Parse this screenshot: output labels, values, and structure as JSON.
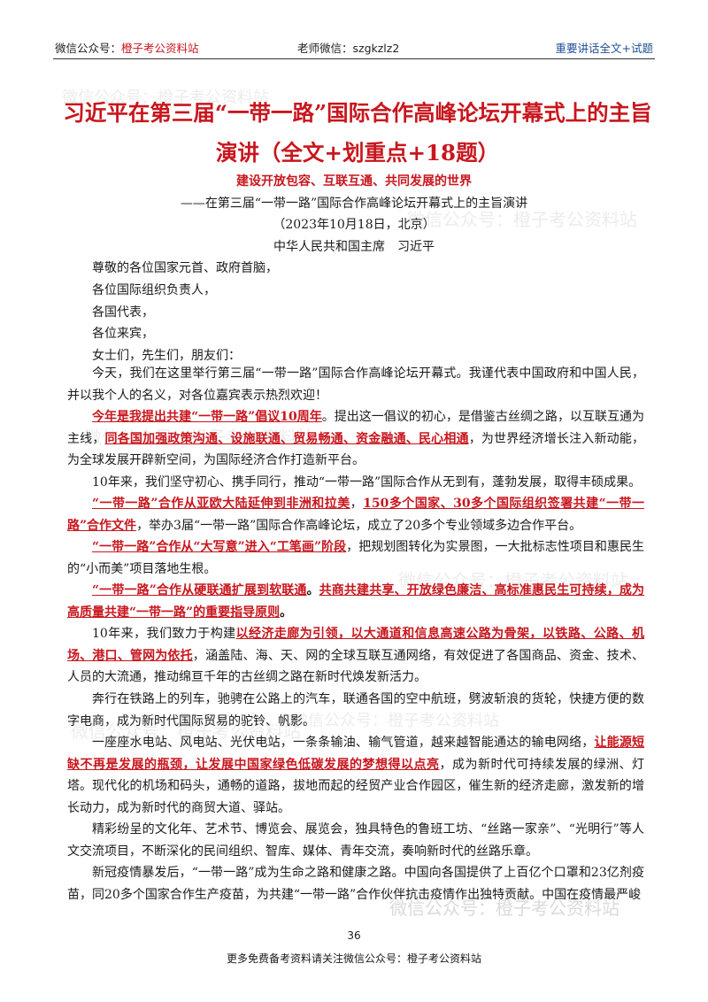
{
  "header": {
    "left_prefix": "微信公众号：",
    "left_name": "橙子考公资料站",
    "center": "老师微信：szgkzlz2",
    "right": "重要讲话全文+试题"
  },
  "title": "习近平在第三届“一带一路”国际合作高峰论坛开幕式上的主旨演讲（全文+划重点+18题）",
  "speech_title": "建设开放包容、互联互通、共同发展的世界",
  "speech_subtitle": "——在第三届“一带一路”国际合作高峰论坛开幕式上的主旨演讲",
  "speech_date": "（2023年10月18日，北京）",
  "speaker": "中华人民共和国主席　习近平",
  "greetings": [
    "尊敬的各位国家元首、政府首脑，",
    "各位国际组织负责人，",
    "各国代表，",
    "各位来宾，",
    "女士们，先生们，朋友们："
  ],
  "paragraphs": [
    [
      {
        "t": "今天，我们在这里举行第三届“一带一路”国际合作高峰论坛开幕式。我谨代表中国政府和中国人民，并以我个人的名义，对各位嘉宾表示热烈欢迎！"
      }
    ],
    [
      {
        "t": "今年是我提出共建“一带一路”倡议10周年",
        "h": true
      },
      {
        "t": "。提出这一倡议的初心，是借鉴古丝绸之路，以互联互通为主线，"
      },
      {
        "t": "同各国加强政策沟通、设施联通、贸易畅通、资金融通、民心相通",
        "h": true
      },
      {
        "t": "，为世界经济增长注入新动能，为全球发展开辟新空间，为国际经济合作打造新平台。"
      }
    ],
    [
      {
        "t": "10年来，我们坚守初心、携手同行，推动“一带一路”国际合作从无到有，蓬勃发展，取得丰硕成果。"
      }
    ],
    [
      {
        "t": "“一带一路”合作从亚欧大陆延伸到非洲和拉美",
        "h": true
      },
      {
        "t": "，"
      },
      {
        "t": "150多个国家、30多个国际组织签署共建“一带一路”合作文件",
        "h": true
      },
      {
        "t": "，举办3届“一带一路”国际合作高峰论坛，成立了20多个专业领域多边合作平台。"
      }
    ],
    [
      {
        "t": "“一带一路”合作从“大写意”进入“工笔画”阶段",
        "h": true
      },
      {
        "t": "，把规划图转化为实景图，一大批标志性项目和惠民生的“小而美”项目落地生根。"
      }
    ],
    [
      {
        "t": "“一带一路”合作从硬联通扩展到软联通",
        "h": true
      },
      {
        "t": "。",
        "b": true
      },
      {
        "t": "共商共建共享、开放绿色廉洁、高标准惠民生可持续，成为高质量共建“一带一路”的重要指导原则",
        "h": true
      },
      {
        "t": "。",
        "b": true
      }
    ],
    [
      {
        "t": "10年来，我们致力于构建"
      },
      {
        "t": "以经济走廊为引领，以大通道和信息高速公路为骨架，以铁路、公路、机场、港口、管网为依托",
        "h": true
      },
      {
        "t": "，涵盖陆、海、天、网的全球互联互通网络，有效促进了各国商品、资金、技术、人员的大流通，推动绵亘千年的古丝绸之路在新时代焕发新活力。"
      }
    ],
    [
      {
        "t": "奔行在铁路上的列车，驰骋在公路上的汽车，联通各国的空中航班，劈波斩浪的货轮，快捷方便的数字电商，成为新时代国际贸易的驼铃、帆影。"
      }
    ],
    [
      {
        "t": "一座座水电站、风电站、光伏电站，一条条输油、输气管道，越来越智能通达的输电网络，"
      },
      {
        "t": "让能源短缺不再是发展的瓶颈，让发展中国家绿色低碳发展的梦想得以点亮",
        "h": true
      },
      {
        "t": "，成为新时代可持续发展的绿洲、灯塔。"
      }
    ],
    [
      {
        "t": "现代化的机场和码头，通畅的道路，拔地而起的经贸产业合作园区，催生新的经济走廊，激发新的增长动力，成为新时代的商贸大道、驿站。"
      }
    ],
    [
      {
        "t": "精彩纷呈的文化年、艺术节、博览会、展览会，独具特色的鲁班工坊、“丝路一家亲”、“光明行”等人文交流项目，不断深化的民间组织、智库、媒体、青年交流，奏响新时代的丝路乐章。"
      }
    ],
    [
      {
        "t": "新冠疫情暴发后，“一带一路”成为生命之路和健康之路。中国向各国提供了上百亿个口罩和23亿剂疫苗，同20多个国家合作生产疫苗，为共建“一带一路”合作伙伴抗击疫情作出独特贡献。中国在疫情最严峻"
      }
    ]
  ],
  "watermarks": [
    "微信公众号：橙子考公资料站",
    "微信公众号：橙子考公资料站",
    "微信公众号：橙子考公资料站",
    "微信公众号：橙子考公资料站",
    "微信公众号：橙子考公资料站",
    "微信公众号：橙子考公资料站",
    "微信公众号：橙子考公资料站"
  ],
  "page_number": "36",
  "footer": "更多免费备考资料请关注微信公众号：橙子考公资料站"
}
